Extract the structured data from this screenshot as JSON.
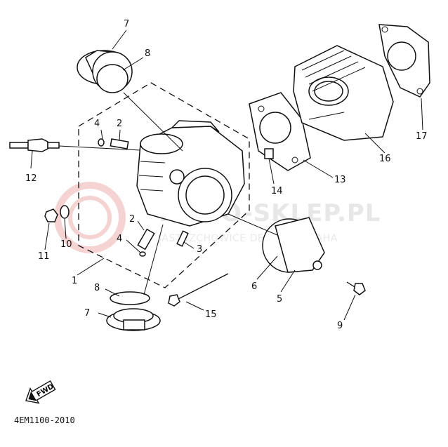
{
  "diagram": {
    "callouts": [
      "1",
      "2",
      "2",
      "3",
      "4",
      "4",
      "5",
      "6",
      "7",
      "7",
      "8",
      "8",
      "9",
      "10",
      "11",
      "12",
      "13",
      "14",
      "15",
      "16",
      "17"
    ],
    "fwd_label": "FWD",
    "catalog_code": "4EM1100-2010"
  },
  "watermark": {
    "main": "MOTO-SKLEP.PL",
    "sub": "JASTRZCHOWICE DEALER YAMAHA",
    "logo_color": "#f3c6c6"
  }
}
